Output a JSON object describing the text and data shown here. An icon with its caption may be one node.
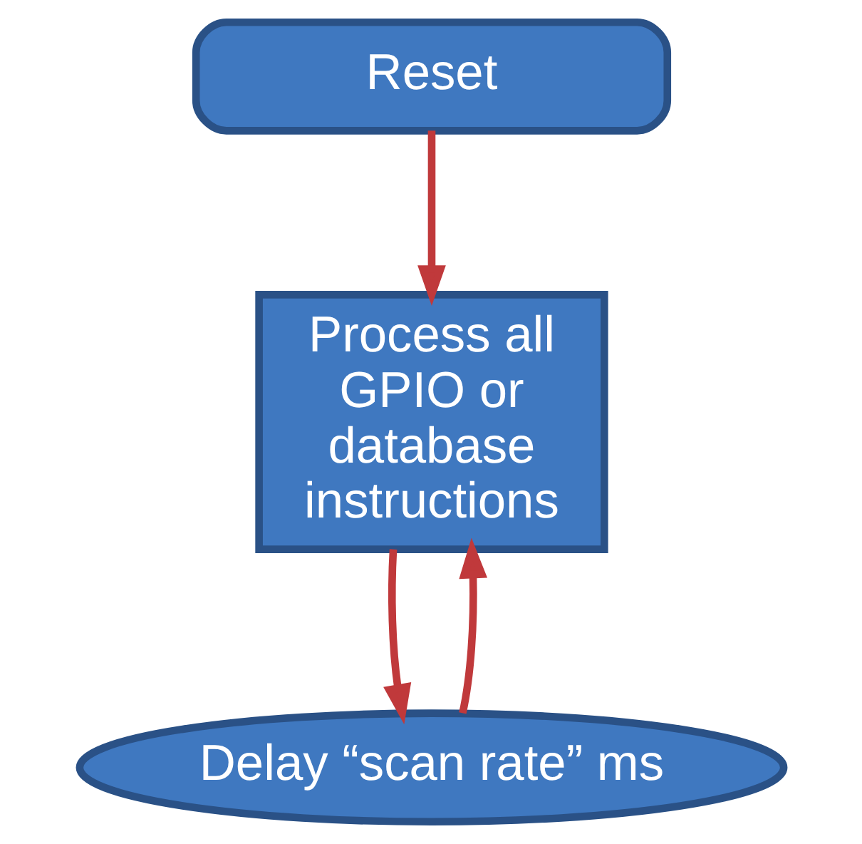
{
  "diagram": {
    "nodes": [
      {
        "text": [
          "Reset"
        ]
      },
      {
        "text": [
          "Process all GPIO or database instructions"
        ]
      },
      {
        "text": [
          "Delay “scan rate” ms"
        ]
      }
    ],
    "edges": [
      {
        "from": 0,
        "to": 1,
        "arrow": "to"
      },
      {
        "from": 1,
        "to": 2,
        "arrow": "to"
      },
      {
        "from": 2,
        "to": 1,
        "arrow": "to"
      }
    ]
  }
}
